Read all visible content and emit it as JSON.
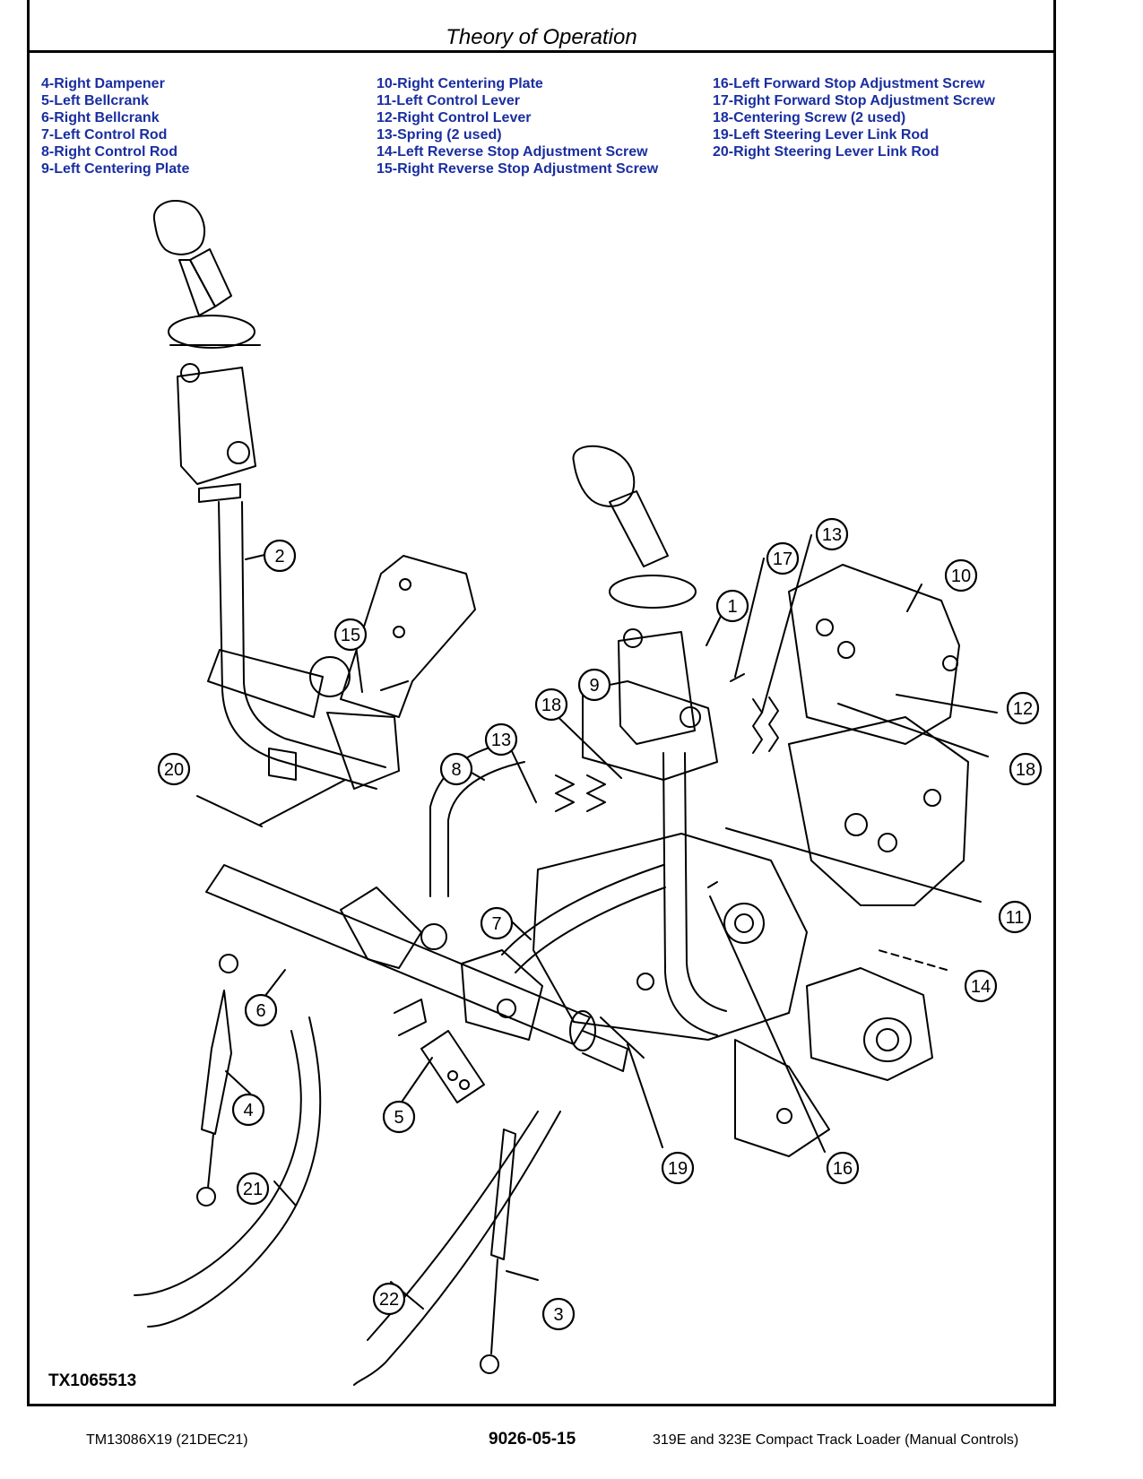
{
  "header": {
    "title": "Theory of Operation"
  },
  "legend": {
    "col1": [
      "4-Right Dampener",
      "5-Left Bellcrank",
      "6-Right Bellcrank",
      "7-Left Control Rod",
      "8-Right Control Rod",
      "9-Left Centering Plate"
    ],
    "col2": [
      "10-Right Centering Plate",
      "11-Left Control Lever",
      "12-Right Control Lever",
      "13-Spring (2 used)",
      "14-Left Reverse Stop Adjustment Screw",
      "15-Right Reverse Stop Adjustment Screw"
    ],
    "col3": [
      "16-Left Forward Stop Adjustment Screw",
      "17-Right Forward Stop Adjustment Screw",
      "18-Centering Screw (2 used)",
      "19-Left Steering Lever Link Rod",
      "20-Right Steering Lever Link Rod"
    ]
  },
  "figure": {
    "id": "TX1065513",
    "callouts": [
      "1",
      "2",
      "3",
      "4",
      "5",
      "6",
      "7",
      "8",
      "9",
      "10",
      "11",
      "12",
      "13",
      "13",
      "14",
      "15",
      "16",
      "17",
      "18",
      "18",
      "19",
      "20",
      "21",
      "22"
    ]
  },
  "footer": {
    "left": "TM13086X19 (21DEC21)",
    "center": "9026-05-15",
    "right": "319E and 323E Compact Track Loader (Manual Controls)"
  }
}
